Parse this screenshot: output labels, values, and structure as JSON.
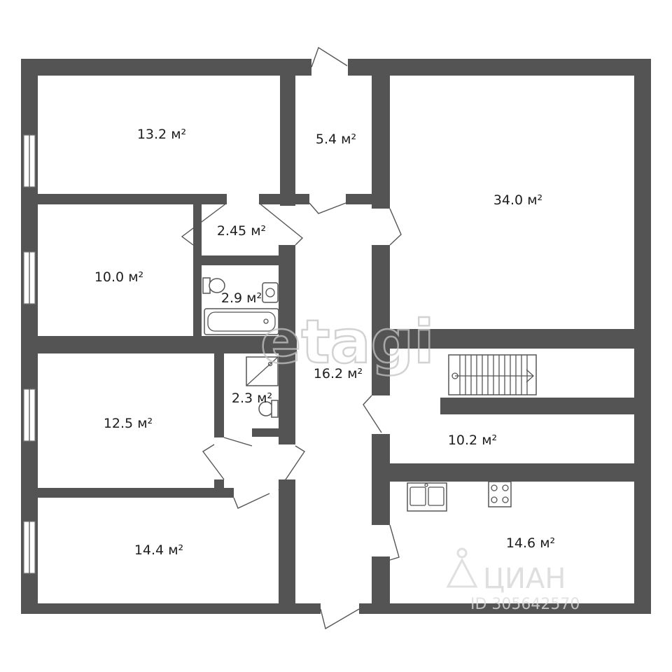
{
  "rooms": [
    {
      "id": "room-a",
      "area": "13.2 м²"
    },
    {
      "id": "room-b",
      "area": "5.4 м²"
    },
    {
      "id": "room-c",
      "area": "34.0 м²"
    },
    {
      "id": "room-d",
      "area": "2.45 м²"
    },
    {
      "id": "room-e",
      "area": "10.0 м²"
    },
    {
      "id": "room-f",
      "area": "2.9 м²"
    },
    {
      "id": "room-g",
      "area": "16.2 м²"
    },
    {
      "id": "room-h",
      "area": "2.3 м²"
    },
    {
      "id": "room-i",
      "area": "12.5 м²"
    },
    {
      "id": "room-j",
      "area": "10.2 м²"
    },
    {
      "id": "room-k",
      "area": "14.4 м²"
    },
    {
      "id": "room-l",
      "area": "14.6 м²"
    }
  ],
  "watermarks": {
    "etagi": "etagi",
    "cian": "ЦИАН",
    "cian_id": "ID 305642570"
  }
}
